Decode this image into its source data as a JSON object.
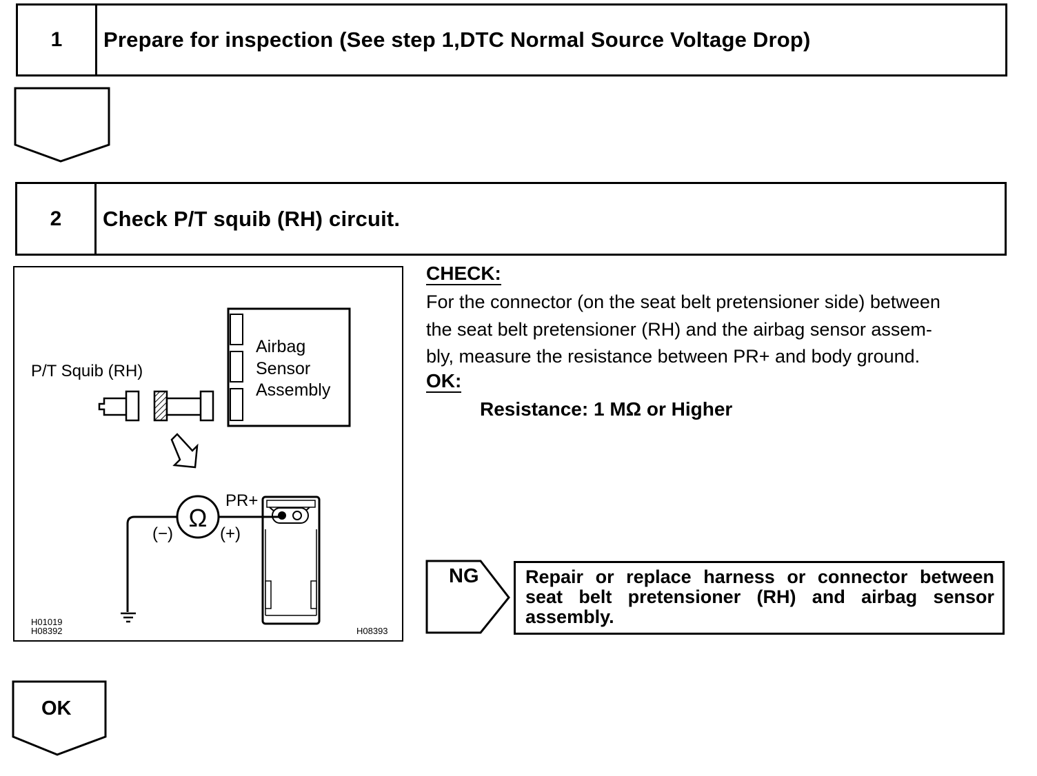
{
  "steps": [
    {
      "number": "1",
      "title": "Prepare for inspection (See step 1,DTC Normal Source Voltage Drop)"
    },
    {
      "number": "2",
      "title": "Check P/T squib (RH) circuit."
    }
  ],
  "check": {
    "heading": "CHECK:",
    "lines": [
      "For the connector (on the seat belt pretensioner side) between",
      "the seat belt pretensioner (RH) and the airbag sensor assem-",
      "bly, measure the resistance between PR+ and body ground."
    ],
    "ok_heading": "OK:",
    "ok_spec": "Resistance: 1 MΩ or Higher"
  },
  "diagram": {
    "squib_label": "P/T Squib (RH)",
    "sensor_label_lines": [
      "Airbag",
      "Sensor",
      "Assembly"
    ],
    "meter_symbol": "Ω",
    "terminal_label": "PR+",
    "minus_label": "(−)",
    "plus_label": "(+)",
    "code_top_left": "H01019",
    "code_bottom_left": "H08392",
    "code_bottom_right": "H08393"
  },
  "ng": {
    "label": "NG",
    "action": "Repair or replace harness or connector between seat belt pretensioner (RH) and airbag sensor assembly."
  },
  "ok_arrow": {
    "label": "OK"
  }
}
